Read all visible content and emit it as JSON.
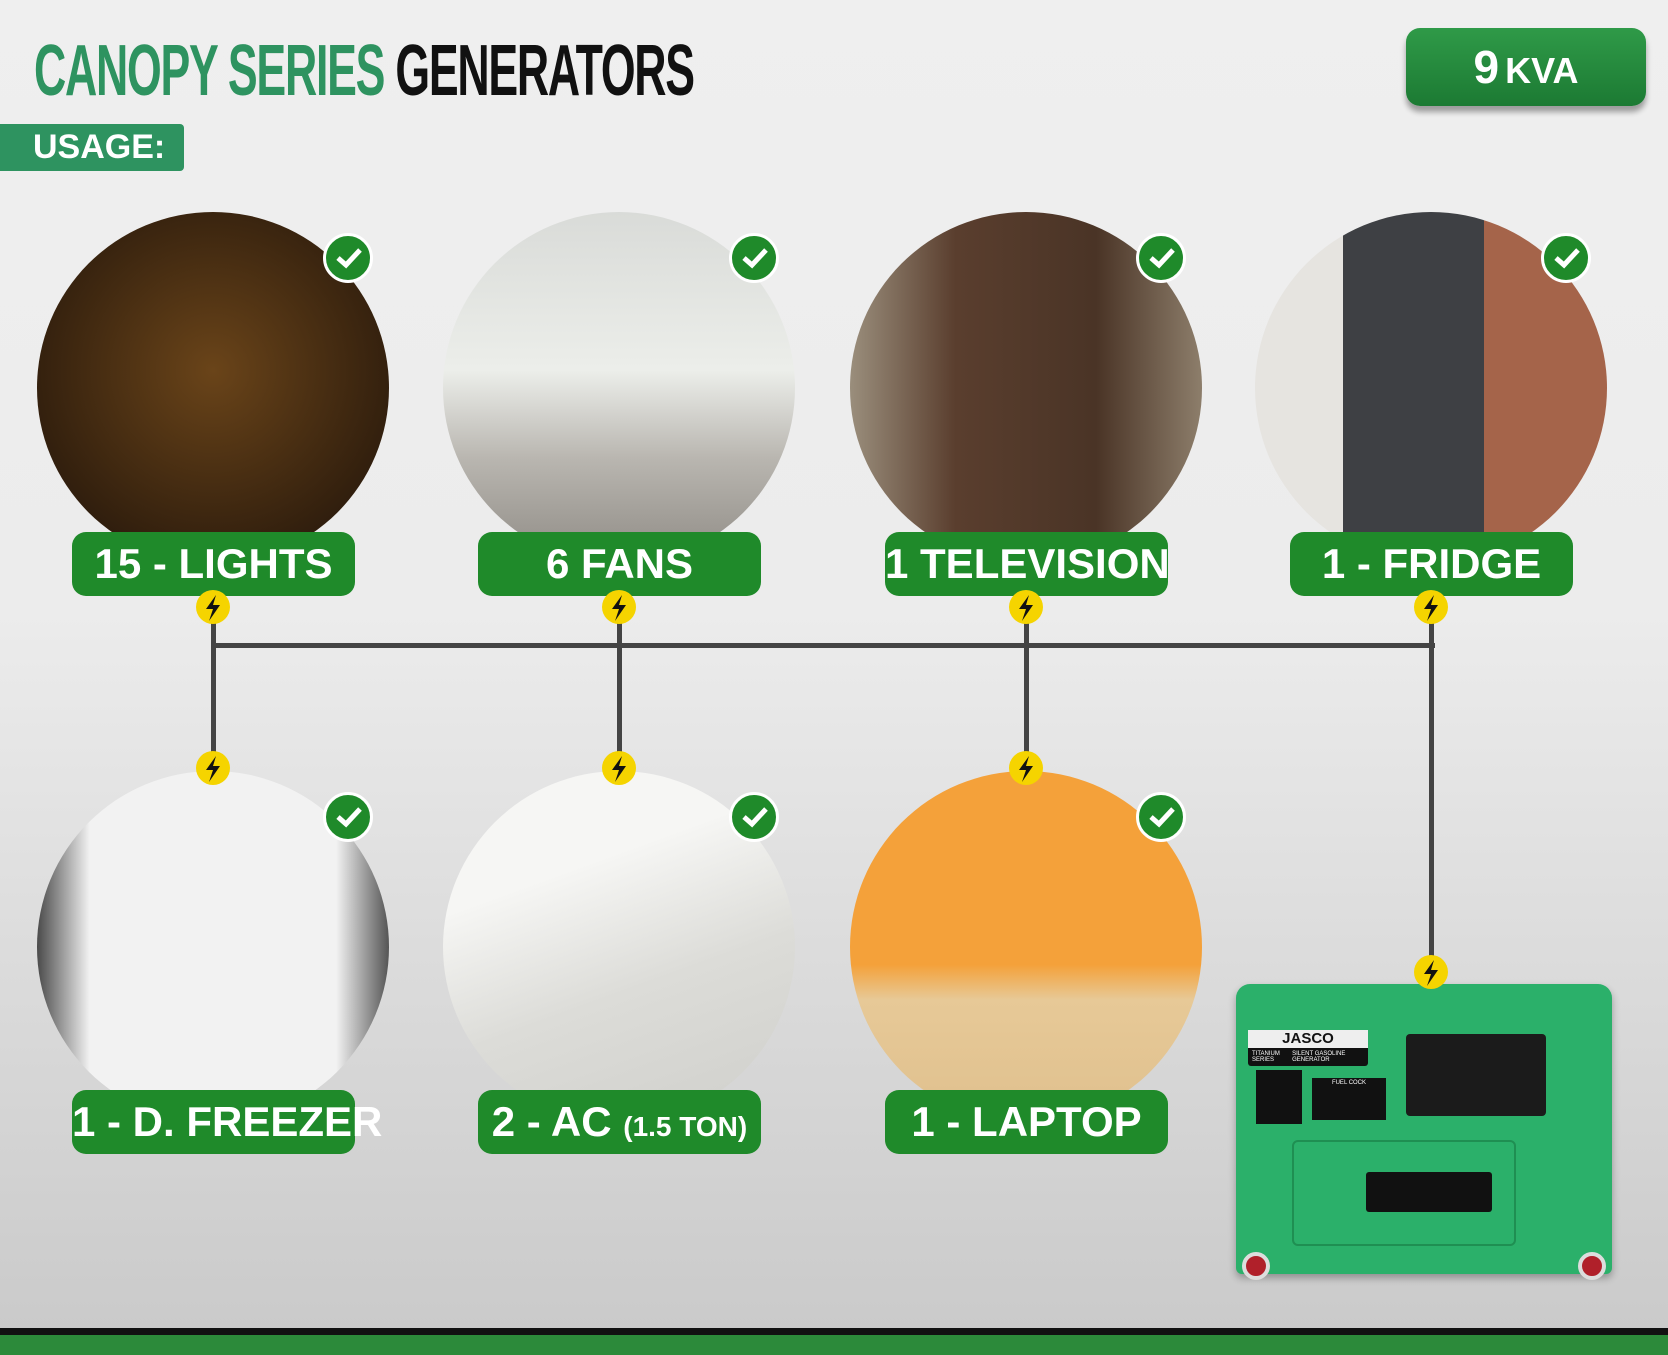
{
  "header": {
    "title_green": "CANOPY SERIES",
    "title_black": "GENERATORS",
    "usage_label": "USAGE:",
    "capacity_number": "9",
    "capacity_unit": "KVA"
  },
  "appliances": [
    {
      "label": "15 - LIGHTS",
      "icon": "lights-image"
    },
    {
      "label": "6 FANS",
      "icon": "ceiling-fan-image"
    },
    {
      "label": "1 TELEVISION",
      "icon": "television-image"
    },
    {
      "label": "1 - FRIDGE",
      "icon": "fridge-image"
    },
    {
      "label": "1 - D. FREEZER",
      "icon": "deep-freezer-image"
    },
    {
      "label": "2 - AC",
      "label_suffix": "(1.5 TON)",
      "icon": "air-conditioner-image"
    },
    {
      "label": "1 - LAPTOP",
      "icon": "laptop-image"
    }
  ],
  "generator": {
    "brand": "JASCO",
    "series": "TITANIUM SERIES",
    "subtitle": "SILENT GASOLINE GENERATOR",
    "panel_label": "FUEL COCK"
  },
  "colors": {
    "brand_green": "#2e9360",
    "label_green": "#1f8a2a",
    "bolt_yellow": "#f5d400",
    "generator_green": "#2bb06a"
  }
}
